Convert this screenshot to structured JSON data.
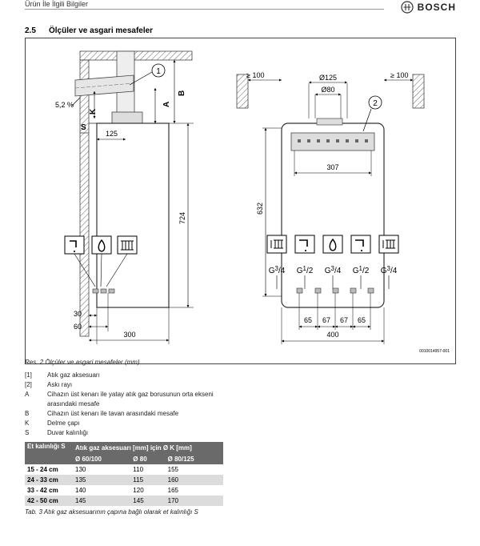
{
  "header": {
    "section_left": "Ürün İle İlgili Bilgiler",
    "brand": "BOSCH"
  },
  "section": {
    "number": "2.5",
    "title": "Ölçüler ve asgari mesafeler"
  },
  "diagram": {
    "left": {
      "callout": "1",
      "slope": "5,2 %",
      "label_k": "K",
      "label_s": "S",
      "label_a": "A",
      "label_b": "B",
      "dim_125": "125",
      "dim_724": "724",
      "dim_30": "30",
      "dim_60": "60",
      "dim_300": "300"
    },
    "right": {
      "clear_left": "≥ 100",
      "clear_right": "≥ 100",
      "dia_125": "Ø125",
      "dia_80": "Ø80",
      "callout": "2",
      "dim_307": "307",
      "dim_632": "632",
      "dim_400": "400",
      "gaps": [
        "65",
        "67",
        "67",
        "65"
      ],
      "conn": [
        {
          "g": "G",
          "sup": "3",
          "tail": "/4"
        },
        {
          "g": "G",
          "sup": "1",
          "tail": "/2"
        },
        {
          "g": "G",
          "sup": "3",
          "tail": "/4"
        },
        {
          "g": "G",
          "sup": "1",
          "tail": "/2"
        },
        {
          "g": "G",
          "sup": "3",
          "tail": "/4"
        }
      ]
    },
    "code": "0010014957-001"
  },
  "figure_caption": "Res. 2    Ölçüler ve asgari mesafeler (mm)",
  "legend": [
    {
      "key": "[1]",
      "text": "Atık gaz aksesuarı"
    },
    {
      "key": "[2]",
      "text": "Askı rayı"
    },
    {
      "key": "A",
      "text": "Cihazın üst kenarı ile yatay atık gaz borusunun orta ekseni arasındaki mesafe"
    },
    {
      "key": "B",
      "text": "Cihazın üst kenarı ile tavan arasındaki mesafe"
    },
    {
      "key": "K",
      "text": "Delme çapı"
    },
    {
      "key": "S",
      "text": "Duvar kalınlığı"
    }
  ],
  "table": {
    "h_col1": "Et kalınlığı S",
    "h_group": "Atık gaz aksesuarı [mm] için Ø K [mm]",
    "sub": [
      "Ø 60/100",
      "Ø 80",
      "Ø 80/125"
    ],
    "rows": [
      {
        "s": "15 - 24 cm",
        "v": [
          "130",
          "110",
          "155"
        ]
      },
      {
        "s": "24 - 33 cm",
        "v": [
          "135",
          "115",
          "160"
        ]
      },
      {
        "s": "33 - 42 cm",
        "v": [
          "140",
          "120",
          "165"
        ]
      },
      {
        "s": "42 - 50 cm",
        "v": [
          "145",
          "145",
          "170"
        ]
      }
    ]
  },
  "table_caption": "Tab. 3    Atık gaz aksesuarının çapına bağlı olarak et kalınlığı S"
}
